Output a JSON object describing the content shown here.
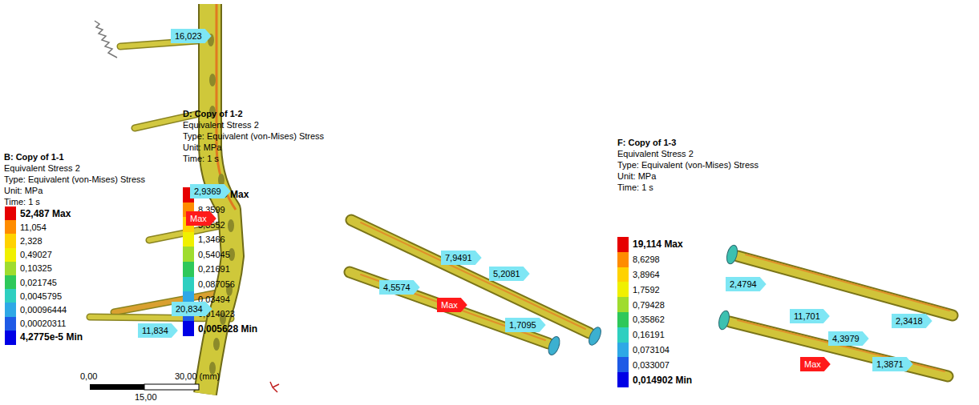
{
  "diagram": {
    "nodes": [
      {
        "text": [
          "16,023"
        ]
      },
      {
        "text": [
          "2,9369"
        ]
      },
      {
        "text": [
          "Max"
        ]
      },
      {
        "text": [
          "20,834"
        ]
      },
      {
        "text": [
          "11,834"
        ]
      },
      {
        "text": [
          "7,9491"
        ]
      },
      {
        "text": [
          "5,2081"
        ]
      },
      {
        "text": [
          "4,5574"
        ]
      },
      {
        "text": [
          "Max"
        ]
      },
      {
        "text": [
          "1,7095"
        ]
      },
      {
        "text": [
          "2,4794"
        ]
      },
      {
        "text": [
          "11,701"
        ]
      },
      {
        "text": [
          "2,3418"
        ]
      },
      {
        "text": [
          "4,3979"
        ]
      },
      {
        "text": [
          "Max"
        ]
      },
      {
        "text": [
          "1,3871"
        ]
      }
    ],
    "labels": [
      "B: Copy of 1-1",
      "Equivalent Stress 2",
      "Type: Equivalent (von-Mises) Stress",
      "Unit: MPa",
      "Time: 1 s",
      "D: Copy of 1-2",
      "Equivalent Stress 2",
      "Type: Equivalent (von-Mises) Stress",
      "Unit: MPa",
      "Time: 1 s",
      "F: Copy of 1-3",
      "Equivalent Stress 2",
      "Type: Equivalent (von-Mises) Stress",
      "Unit: MPa",
      "Time: 1 s",
      "0,00",
      "30,00 (mm)",
      "15,00"
    ],
    "legend": [
      {
        "text": "52,487 Max",
        "color": "#e60000"
      },
      {
        "text": "11,054",
        "color": "#ff8c00"
      },
      {
        "text": "2,328",
        "color": "#ffd200"
      },
      {
        "text": "0,49027",
        "color": "#f0f000"
      },
      {
        "text": "0,10325",
        "color": "#9fdc2e"
      },
      {
        "text": "0,021745",
        "color": "#2ec85a"
      },
      {
        "text": "0,0045795",
        "color": "#2ecfc0"
      },
      {
        "text": "0,00096444",
        "color": "#2ea8e6"
      },
      {
        "text": "0,00020311",
        "color": "#1e5ae6"
      },
      {
        "text": "4,2775e-5 Min",
        "color": "#0000e6"
      },
      {
        "text": "20,829 Max",
        "color": "#e60000"
      },
      {
        "text": "8,3599",
        "color": "#ff8c00"
      },
      {
        "text": "3,3552",
        "color": "#ffd200"
      },
      {
        "text": "1,3466",
        "color": "#f0f000"
      },
      {
        "text": "0,54045",
        "color": "#9fdc2e"
      },
      {
        "text": "0,21691",
        "color": "#2ec85a"
      },
      {
        "text": "0,087056",
        "color": "#2ecfc0"
      },
      {
        "text": "0,03494",
        "color": "#2ea8e6"
      },
      {
        "text": "0,014023",
        "color": "#1e5ae6"
      },
      {
        "text": "0,005628 Min",
        "color": "#0000e6"
      },
      {
        "text": "19,114 Max",
        "color": "#e60000"
      },
      {
        "text": "8,6298",
        "color": "#ff8c00"
      },
      {
        "text": "3,8964",
        "color": "#ffd200"
      },
      {
        "text": "1,7592",
        "color": "#f0f000"
      },
      {
        "text": "0,79428",
        "color": "#9fdc2e"
      },
      {
        "text": "0,35862",
        "color": "#2ec85a"
      },
      {
        "text": "0,16191",
        "color": "#2ecfc0"
      },
      {
        "text": "0,073104",
        "color": "#2ea8e6"
      },
      {
        "text": "0,033007",
        "color": "#1e5ae6"
      },
      {
        "text": "0,014902 Min",
        "color": "#0000e6"
      }
    ]
  }
}
